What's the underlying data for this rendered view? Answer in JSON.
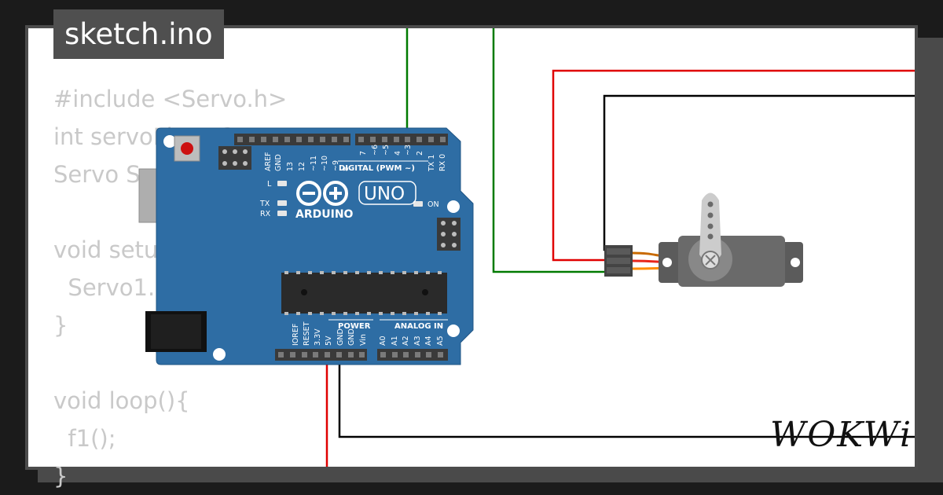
{
  "file_tab": {
    "name": "sketch.ino"
  },
  "code_lines": [
    "#include <Servo.h>",
    "int servoPin = 3;",
    "Servo Servo1;",
    "",
    "void setup(){",
    "  Servo1.attach(servoPin);",
    "}",
    "",
    "void loop(){",
    "  f1();",
    "}"
  ],
  "board": {
    "digital_header_label": "DIGITAL (PWM ~)",
    "brand_name": "ARDUINO",
    "model_name": "UNO",
    "power_header_label": "POWER",
    "analog_header_label": "ANALOG IN",
    "led_l_label": "L",
    "led_tx_label": "TX",
    "led_rx_label": "RX",
    "led_on_label": "ON",
    "digital_pin_labels": [
      "AREF",
      "GND",
      "13",
      "12",
      "~11",
      "~10",
      "~9",
      "8",
      "7",
      "~6",
      "~5",
      "4",
      "~3",
      "2",
      "TX 1",
      "RX 0"
    ],
    "power_pin_labels": [
      "IOREF",
      "RESET",
      "3.3V",
      "5V",
      "GND",
      "GND",
      "Vin"
    ],
    "analog_pin_labels": [
      "A0",
      "A1",
      "A2",
      "A3",
      "A4",
      "A5"
    ]
  },
  "branding": {
    "logo_text": "WOKWi"
  },
  "colors": {
    "board_blue": "#2e6da4",
    "wire_signal": "#007a00",
    "wire_power": "#e00000",
    "wire_ground": "#000000",
    "servo_body": "#5b5b5b"
  }
}
